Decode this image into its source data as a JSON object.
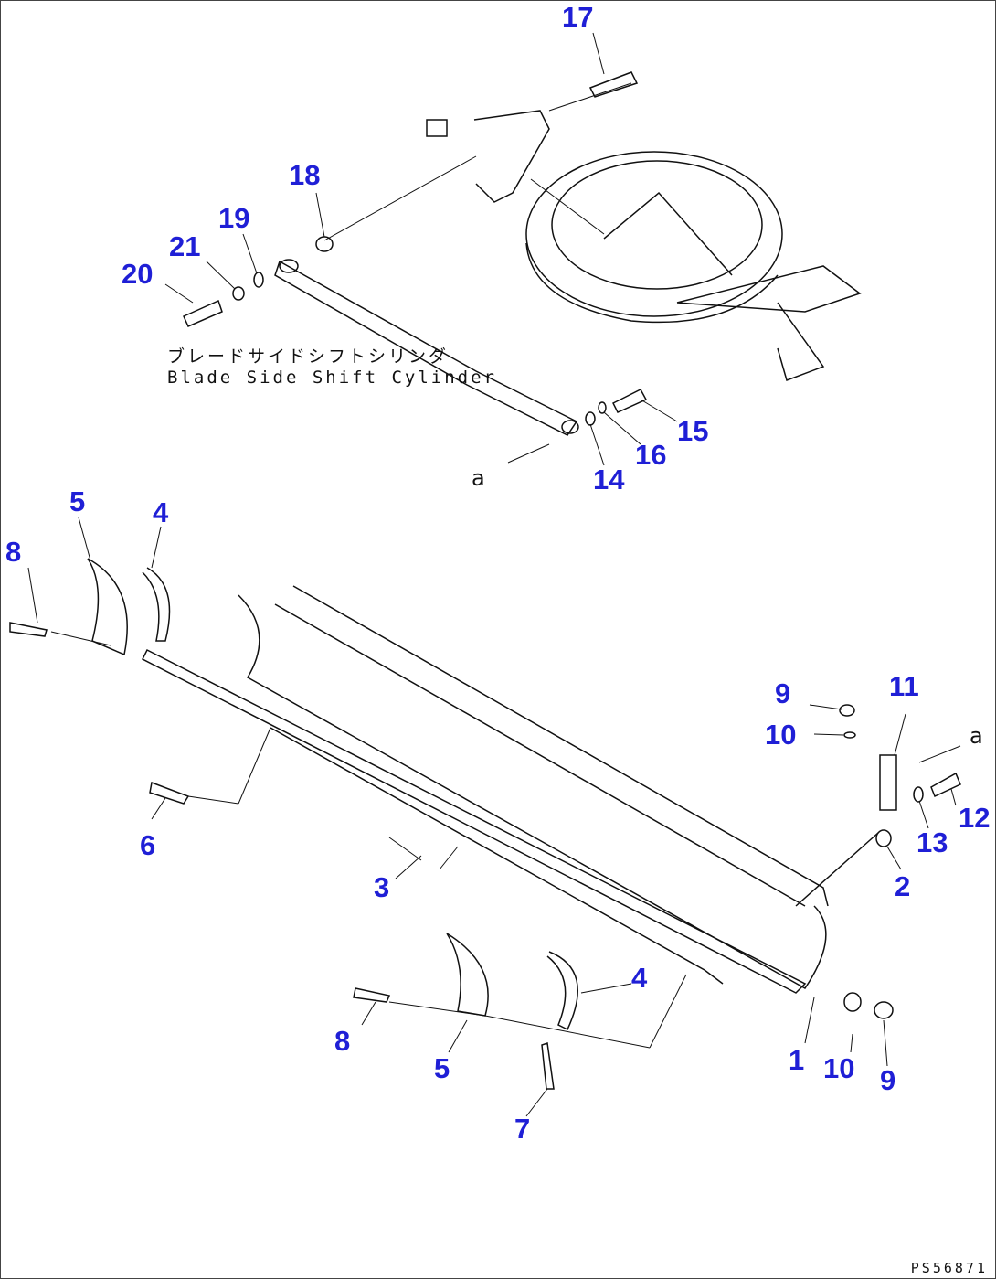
{
  "labels": {
    "n1": "1",
    "n2": "2",
    "n3": "3",
    "n4a": "4",
    "n4b": "4",
    "n5a": "5",
    "n5b": "5",
    "n6": "6",
    "n7": "7",
    "n8a": "8",
    "n8b": "8",
    "n9a": "9",
    "n9b": "9",
    "n10a": "10",
    "n10b": "10",
    "n11": "11",
    "n12": "12",
    "n13": "13",
    "n14": "14",
    "n15": "15",
    "n16": "16",
    "n17": "17",
    "n18": "18",
    "n19": "19",
    "n20": "20",
    "n21": "21"
  },
  "callout": {
    "jp": "ブレードサイドシフトシリンダ",
    "en": "Blade Side Shift Cylinder"
  },
  "view_marker": {
    "a1": "a",
    "a2": "a"
  },
  "drawing_code": "PS56871",
  "colors": {
    "label": "#1f1fd6",
    "line": "#111111"
  }
}
